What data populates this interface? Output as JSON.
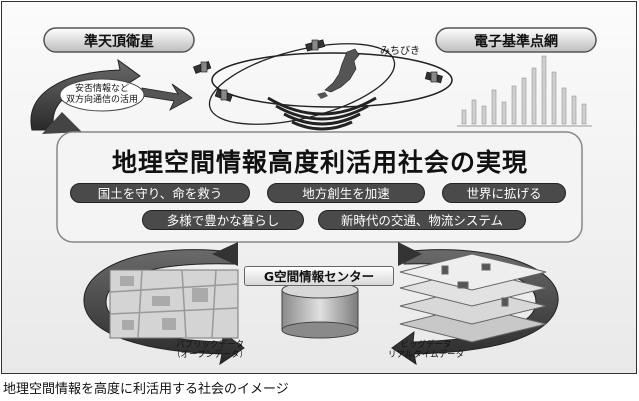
{
  "pills": {
    "left": "準天頂衛星",
    "right": "電子基準点網"
  },
  "satellite_name": "みちびき",
  "bubble": {
    "line1": "安否情報など",
    "line2": "双方向通信の活用"
  },
  "main_title": "地理空間情報高度利活用社会の実現",
  "goals": {
    "g1": "国土を守り、命を救う",
    "g2": "地方創生を加速",
    "g3": "世界に拡げる",
    "g4": "多様で豊かな暮らし",
    "g5": "新時代の交通、物流システム"
  },
  "center_label": "G空間情報センター",
  "left_data": {
    "line1": "パブリックデータ",
    "line2": "（オープンデータ）"
  },
  "right_data": {
    "line1": "ビッグデータ",
    "line2": "リアルタイムデータ"
  },
  "caption": "地理空間情報を高度に利活用する社会のイメージ",
  "colors": {
    "dark_pill": "#4a4a4a",
    "panel": "#f2f2f2",
    "arrow": "#3a3a3a"
  }
}
